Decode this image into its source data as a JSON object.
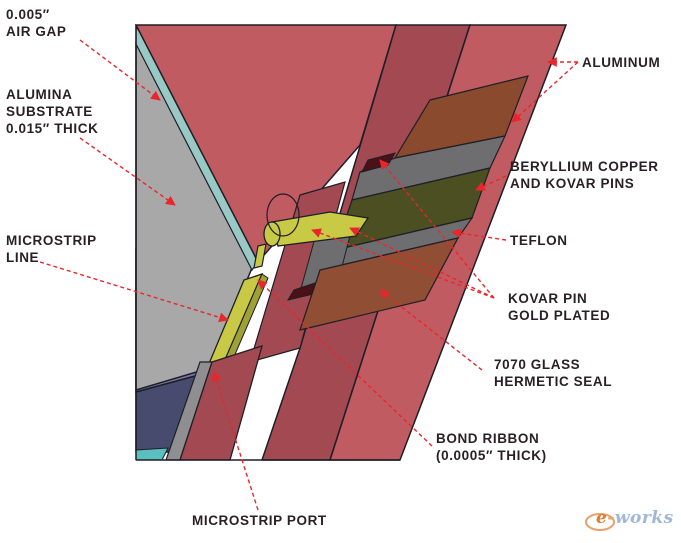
{
  "labels": {
    "air_gap": [
      "0.005″",
      "AIR GAP"
    ],
    "alumina": [
      "ALUMINA",
      "SUBSTRATE",
      "0.015″ THICK"
    ],
    "microstrip_line": [
      "MICROSTRIP",
      "LINE"
    ],
    "microstrip_port": "MICROSTRIP PORT",
    "aluminum": "ALUMINUM",
    "beryllium": [
      "BERYLLIUM COPPER",
      "AND KOVAR PINS"
    ],
    "teflon": "TEFLON",
    "kovar": [
      "KOVAR PIN",
      "GOLD PLATED"
    ],
    "glass": [
      "7070 GLASS",
      "HERMETIC SEAL"
    ],
    "bond_ribbon": [
      "BOND RIBBON",
      "(0.0005″ THICK)"
    ]
  },
  "watermark": "e-works",
  "colors": {
    "aluminum": "#c15b62",
    "aluminum_dark": "#a24952",
    "alumina": "#a8a8a9",
    "air_gap": "#98c9c4",
    "teflon_upper": "#8a4a2d",
    "teflon_lower": "#904e35",
    "beryllium_pin": "#4b4f22",
    "kovar_gold": "#c8c945",
    "glass": "#6e6e70",
    "microstrip_blue": "#7675a9",
    "dark_slate": "#474b6e",
    "cyan": "#5bbebf",
    "callout": "#e8262b",
    "label_text": "#2a1f24"
  },
  "icons": [
    "e-works-logo"
  ]
}
